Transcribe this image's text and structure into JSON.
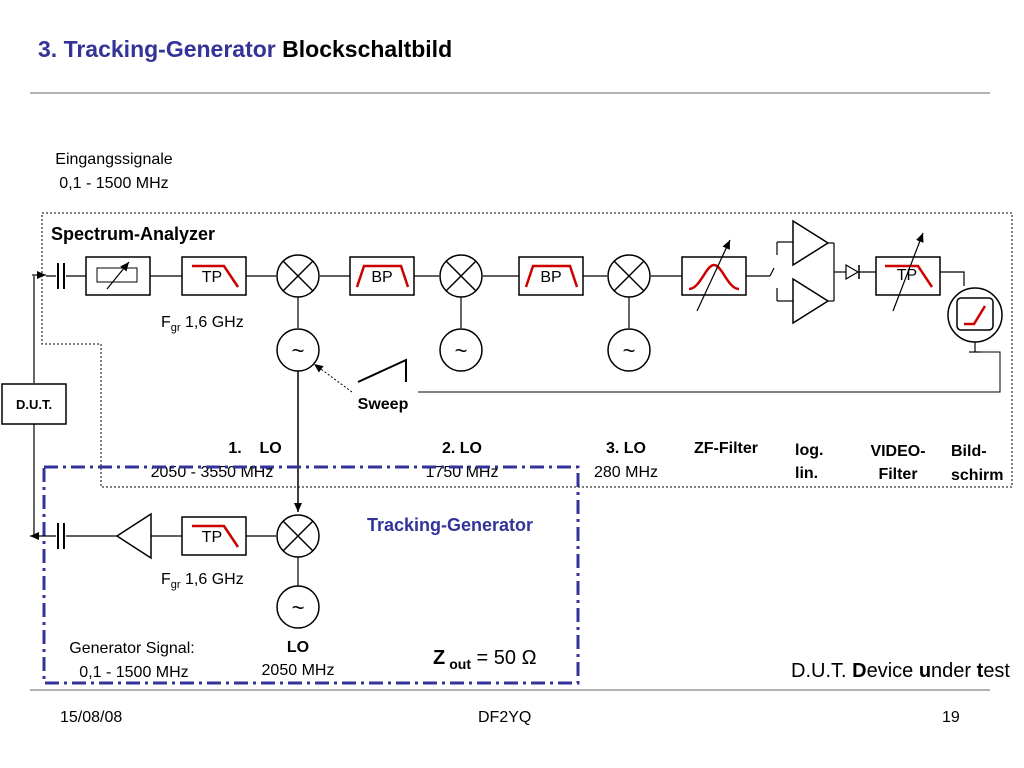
{
  "slide": {
    "title_colored": "3. Tracking-Generator",
    "title_plain": "Blockschaltbild"
  },
  "input": {
    "label": "Eingangssignale",
    "range": "0,1 - 1500 MHz"
  },
  "analyzer": {
    "label": "Spectrum-Analyzer",
    "tp1": "TP",
    "fgr1_main": "F",
    "fgr1_sub": "gr",
    "fgr1_value": "1,6 GHz",
    "bp1": "BP",
    "bp2": "BP",
    "tp2": "TP",
    "osc1": "~",
    "osc2": "~",
    "osc3": "~",
    "sweep": "Sweep",
    "lo1_title": "1.    LO",
    "lo1_freq": "2050 - 3550 MHz",
    "lo2_title": "2. LO",
    "lo2_freq": "1750 MHz",
    "lo3_title": "3. LO",
    "lo3_freq": "280 MHz",
    "zf_filter": "ZF-Filter",
    "log_line1": "log.",
    "log_line2": "lin.",
    "video_line1": "VIDEO-",
    "video_line2": "Filter",
    "screen_line1": "Bild-",
    "screen_line2": "schirm"
  },
  "dut": {
    "box_label": "D.U.T.",
    "legend_prefix": "D.U.T. ",
    "legend_d": "D",
    "legend_evice": "evice ",
    "legend_u": "u",
    "legend_nder": "nder ",
    "legend_t": "t",
    "legend_est": "est"
  },
  "tracking": {
    "label": "Tracking-Generator",
    "tp": "TP",
    "fgr_main": "F",
    "fgr_sub": "gr",
    "fgr_value": "1,6 GHz",
    "osc": "~",
    "signal_line1": "Generator Signal:",
    "signal_line2": "0,1 - 1500 MHz",
    "lo_title": "LO",
    "lo_freq": "2050 MHz",
    "zout_z": "Z",
    "zout_sub": "out",
    "zout_value": " = 50 Ω"
  },
  "footer": {
    "date": "15/08/08",
    "author": "DF2YQ",
    "page": "19"
  },
  "colors": {
    "title_blue": "#333399",
    "tracking_frame": "#333399",
    "filter_red": "#cc0000"
  }
}
